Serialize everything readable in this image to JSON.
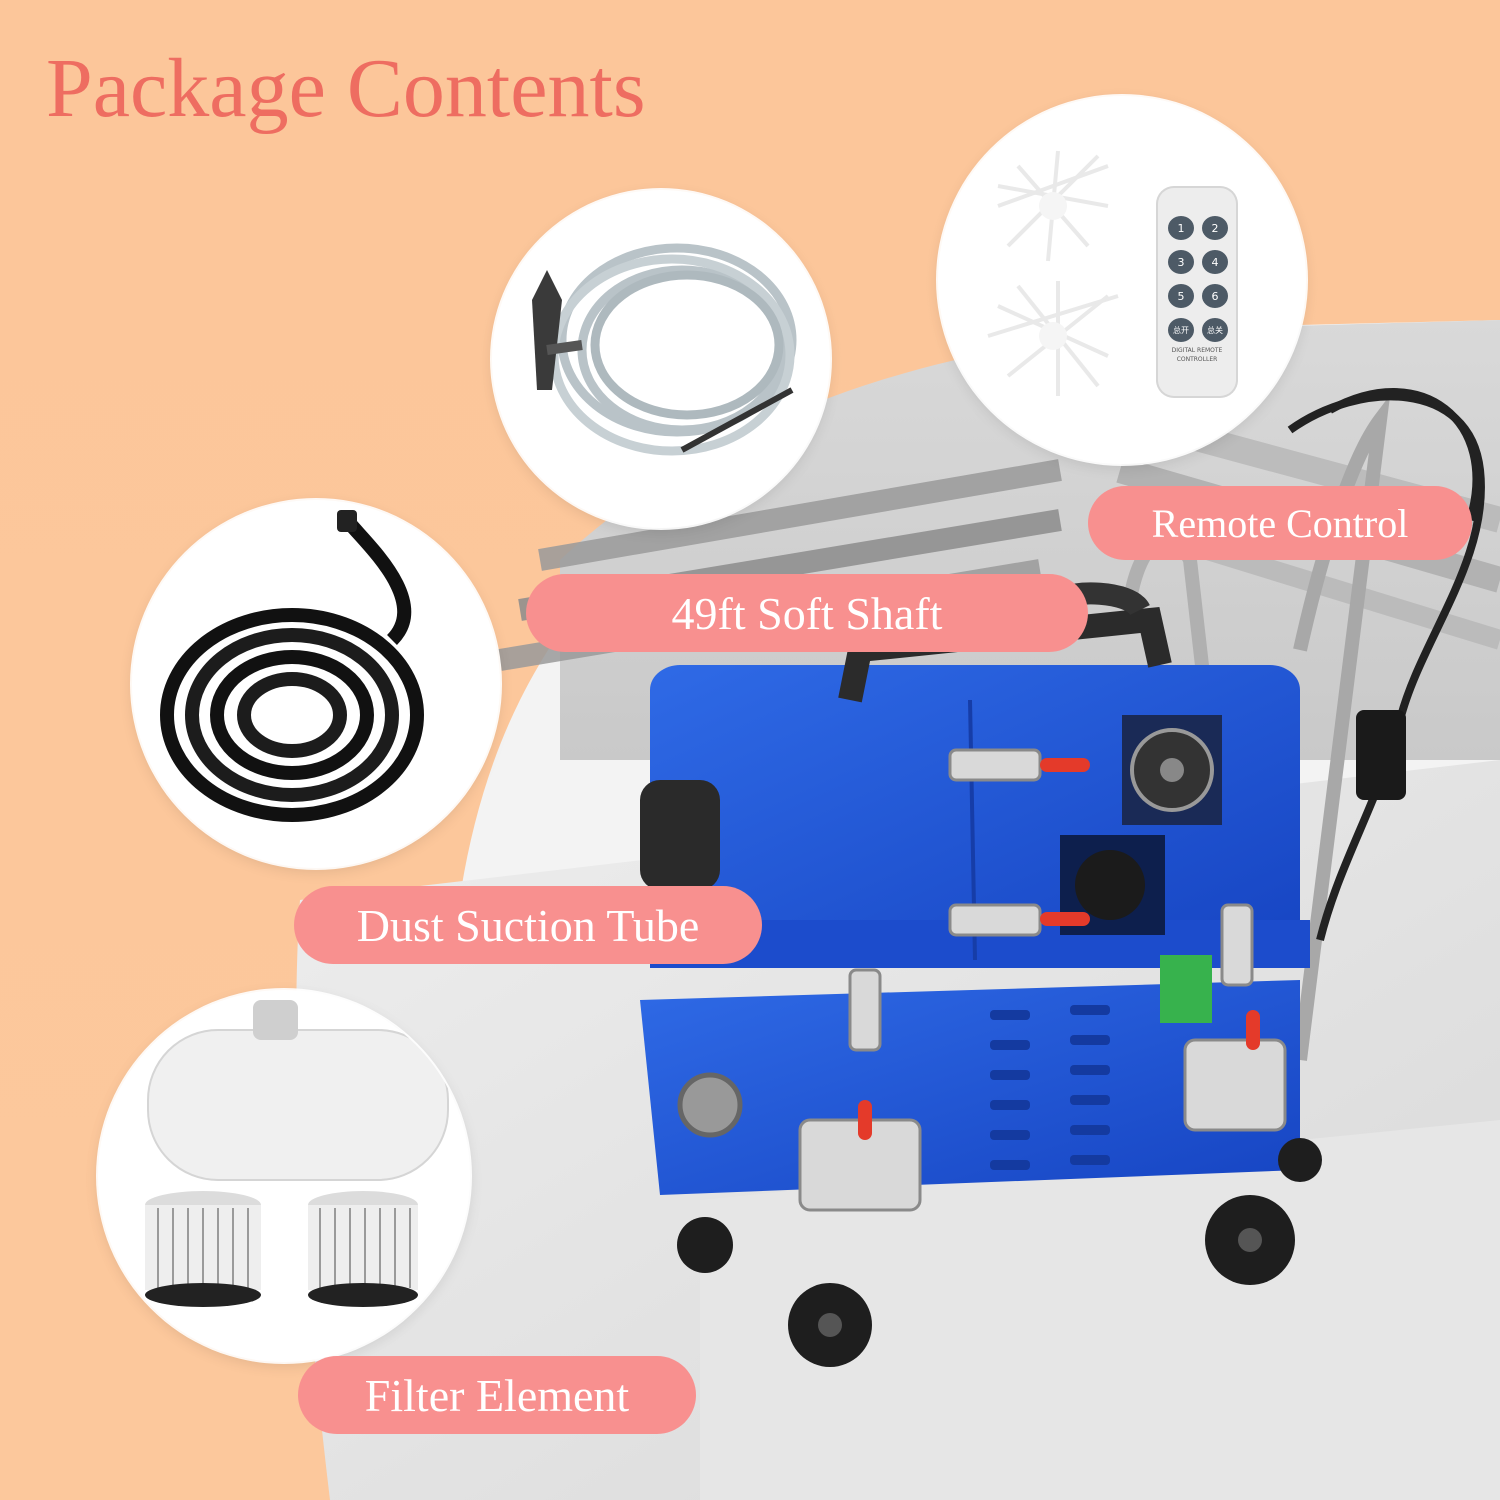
{
  "page": {
    "title": "Package Contents"
  },
  "colors": {
    "background": "#fcc69a",
    "title": "#ee6d61",
    "label_pill": "#f8908f",
    "label_text": "#ffffff",
    "machine_blue": "#1f55d6"
  },
  "items": [
    {
      "label": "49ft Soft Shaft",
      "icon": "soft-shaft-coil"
    },
    {
      "label": "Remote Control",
      "icon": "remote-control"
    },
    {
      "label": "Dust Suction Tube",
      "icon": "suction-hose-coil"
    },
    {
      "label": "Filter Element",
      "icon": "filter-cartridges"
    }
  ],
  "remote": {
    "buttons": [
      "1",
      "2",
      "3",
      "4",
      "5",
      "6",
      "总开",
      "总关"
    ],
    "caption_line1": "DIGITAL REMOTE",
    "caption_line2": "CONTROLLER"
  }
}
